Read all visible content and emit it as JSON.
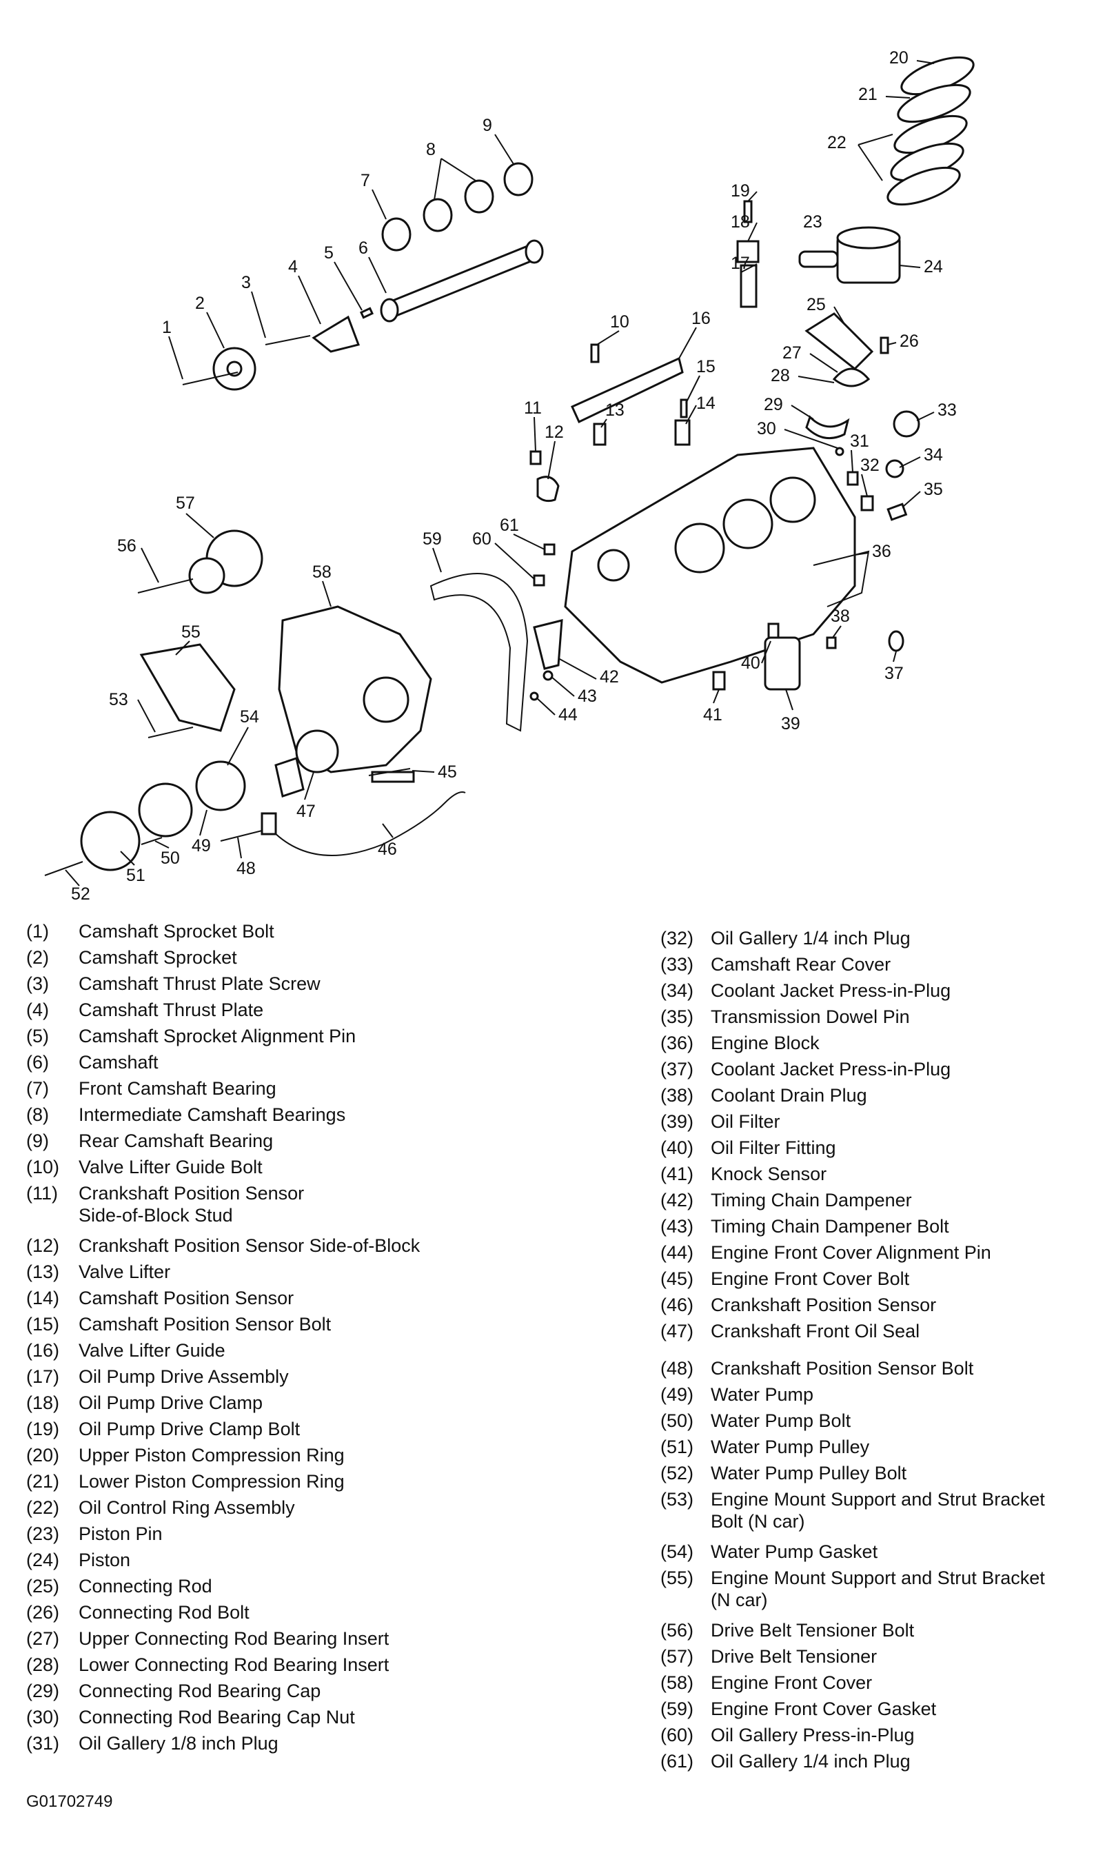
{
  "callouts": {
    "c1": "1",
    "c2": "2",
    "c3": "3",
    "c4": "4",
    "c5": "5",
    "c6": "6",
    "c7": "7",
    "c8": "8",
    "c9": "9",
    "c10": "10",
    "c11": "11",
    "c12": "12",
    "c13": "13",
    "c14": "14",
    "c15": "15",
    "c16": "16",
    "c17": "17",
    "c18": "18",
    "c19": "19",
    "c20": "20",
    "c21": "21",
    "c22": "22",
    "c23": "23",
    "c24": "24",
    "c25": "25",
    "c26": "26",
    "c27": "27",
    "c28": "28",
    "c29": "29",
    "c30": "30",
    "c31": "31",
    "c32": "32",
    "c33": "33",
    "c34": "34",
    "c35": "35",
    "c36": "36",
    "c37": "37",
    "c38": "38",
    "c39": "39",
    "c40": "40",
    "c41": "41",
    "c42": "42",
    "c43": "43",
    "c44": "44",
    "c45": "45",
    "c46": "46",
    "c47": "47",
    "c48": "48",
    "c49": "49",
    "c50": "50",
    "c51": "51",
    "c52": "52",
    "c53": "53",
    "c54": "54",
    "c55": "55",
    "c56": "56",
    "c57": "57",
    "c58": "58",
    "c59": "59",
    "c60": "60",
    "c61": "61"
  },
  "legend_left": [
    {
      "num": "(1)",
      "label": "Camshaft Sprocket Bolt"
    },
    {
      "num": "(2)",
      "label": "Camshaft Sprocket"
    },
    {
      "num": "(3)",
      "label": "Camshaft Thrust Plate Screw"
    },
    {
      "num": "(4)",
      "label": "Camshaft Thrust Plate"
    },
    {
      "num": "(5)",
      "label": "Camshaft Sprocket Alignment Pin"
    },
    {
      "num": "(6)",
      "label": "Camshaft"
    },
    {
      "num": "(7)",
      "label": "Front Camshaft Bearing"
    },
    {
      "num": "(8)",
      "label": "Intermediate Camshaft Bearings"
    },
    {
      "num": "(9)",
      "label": "Rear Camshaft Bearing"
    },
    {
      "num": "(10)",
      "label": "Valve Lifter Guide Bolt"
    },
    {
      "num": "(11)",
      "label": "Crankshaft Position Sensor\nSide-of-Block Stud"
    },
    {
      "num": "(12)",
      "label": "Crankshaft Position Sensor Side-of-Block"
    },
    {
      "num": "(13)",
      "label": "Valve Lifter"
    },
    {
      "num": "(14)",
      "label": "Camshaft Position Sensor"
    },
    {
      "num": "(15)",
      "label": "Camshaft Position Sensor Bolt"
    },
    {
      "num": "(16)",
      "label": "Valve Lifter Guide"
    },
    {
      "num": "(17)",
      "label": "Oil Pump Drive Assembly"
    },
    {
      "num": "(18)",
      "label": "Oil Pump Drive Clamp"
    },
    {
      "num": "(19)",
      "label": "Oil Pump Drive Clamp Bolt"
    },
    {
      "num": "(20)",
      "label": "Upper Piston Compression Ring"
    },
    {
      "num": "(21)",
      "label": "Lower Piston Compression Ring"
    },
    {
      "num": "(22)",
      "label": "Oil Control Ring Assembly"
    },
    {
      "num": "(23)",
      "label": "Piston Pin"
    },
    {
      "num": "(24)",
      "label": "Piston"
    },
    {
      "num": "(25)",
      "label": "Connecting Rod"
    },
    {
      "num": "(26)",
      "label": "Connecting Rod Bolt"
    },
    {
      "num": "(27)",
      "label": "Upper Connecting Rod Bearing Insert"
    },
    {
      "num": "(28)",
      "label": "Lower Connecting Rod Bearing Insert"
    },
    {
      "num": "(29)",
      "label": "Connecting Rod Bearing Cap"
    },
    {
      "num": "(30)",
      "label": "Connecting Rod Bearing Cap Nut"
    },
    {
      "num": "(31)",
      "label": "Oil Gallery 1/8 inch Plug"
    }
  ],
  "legend_right": [
    {
      "num": "(32)",
      "label": "Oil Gallery 1/4 inch Plug"
    },
    {
      "num": "(33)",
      "label": "Camshaft Rear Cover"
    },
    {
      "num": "(34)",
      "label": "Coolant Jacket Press-in-Plug"
    },
    {
      "num": "(35)",
      "label": "Transmission Dowel Pin"
    },
    {
      "num": "(36)",
      "label": "Engine Block"
    },
    {
      "num": "(37)",
      "label": "Coolant Jacket Press-in-Plug"
    },
    {
      "num": "(38)",
      "label": "Coolant Drain Plug"
    },
    {
      "num": "(39)",
      "label": "Oil Filter"
    },
    {
      "num": "(40)",
      "label": "Oil Filter Fitting"
    },
    {
      "num": "(41)",
      "label": "Knock Sensor"
    },
    {
      "num": "(42)",
      "label": "Timing Chain Dampener"
    },
    {
      "num": "(43)",
      "label": "Timing Chain Dampener Bolt"
    },
    {
      "num": "(44)",
      "label": "Engine Front Cover Alignment Pin"
    },
    {
      "num": "(45)",
      "label": "Engine Front Cover Bolt"
    },
    {
      "num": "(46)",
      "label": "Crankshaft Position Sensor"
    },
    {
      "num": "(47)",
      "label": "Crankshaft Front Oil Seal"
    },
    {
      "num": "(48)",
      "label": "Crankshaft Position Sensor Bolt"
    },
    {
      "num": "(49)",
      "label": "Water Pump"
    },
    {
      "num": "(50)",
      "label": "Water Pump Bolt"
    },
    {
      "num": "(51)",
      "label": "Water Pump Pulley"
    },
    {
      "num": "(52)",
      "label": "Water Pump Pulley Bolt"
    },
    {
      "num": "(53)",
      "label": "Engine Mount Support and Strut Bracket\nBolt (N car)"
    },
    {
      "num": "(54)",
      "label": "Water Pump Gasket"
    },
    {
      "num": "(55)",
      "label": "Engine Mount Support and Strut Bracket\n(N car)"
    },
    {
      "num": "(56)",
      "label": "Drive Belt Tensioner Bolt"
    },
    {
      "num": "(57)",
      "label": "Drive Belt Tensioner"
    },
    {
      "num": "(58)",
      "label": "Engine Front Cover"
    },
    {
      "num": "(59)",
      "label": "Engine Front Cover Gasket"
    },
    {
      "num": "(60)",
      "label": "Oil Gallery Press-in-Plug"
    },
    {
      "num": "(61)",
      "label": "Oil Gallery 1/4 inch Plug"
    }
  ],
  "figure_id": "G01702749"
}
